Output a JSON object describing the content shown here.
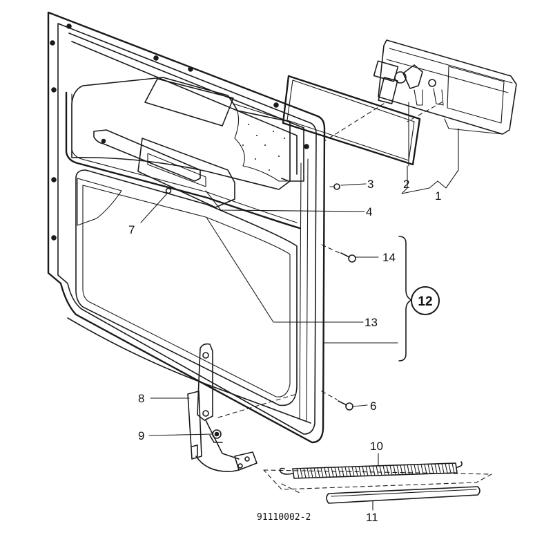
{
  "drawing_code": "91110002-2",
  "callouts": {
    "c1": "1",
    "c2": "2",
    "c3": "3",
    "c4": "4",
    "c6": "6",
    "c7": "7",
    "c8": "8",
    "c9": "9",
    "c10": "10",
    "c11": "11",
    "c12": "12",
    "c13": "13",
    "c14": "14"
  }
}
